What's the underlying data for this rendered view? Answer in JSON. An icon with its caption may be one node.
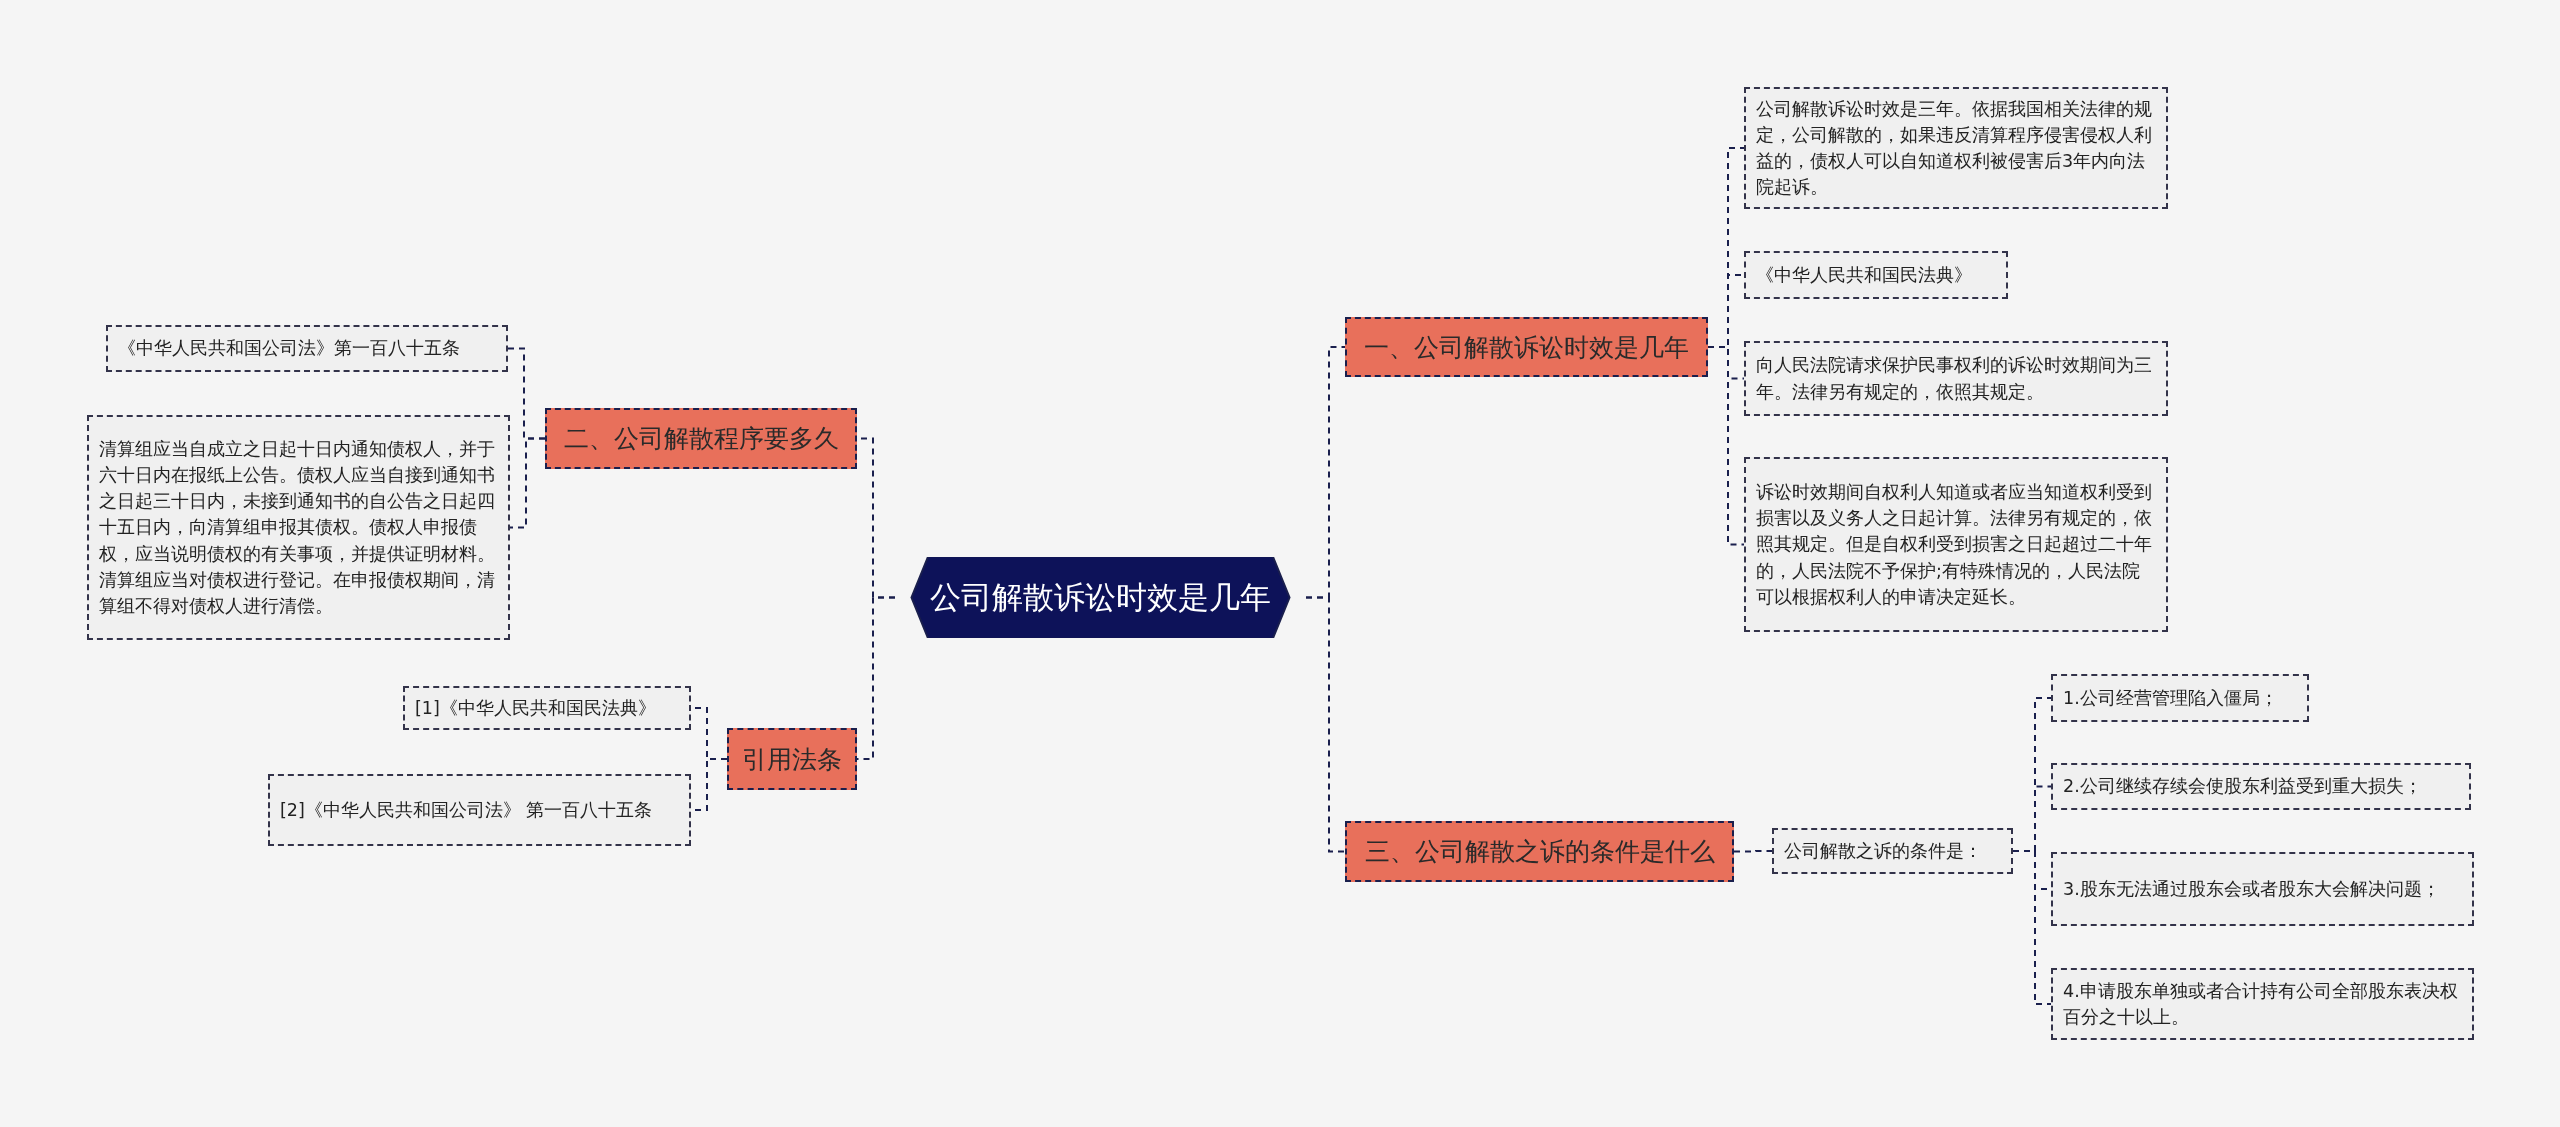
{
  "diagram": {
    "nodes": [
      {
        "text": [
          "公司解散诉讼时效是几年"
        ]
      },
      {
        "text": [
          "一、公司解散诉讼时效是几年"
        ]
      },
      {
        "text": [
          "公司解散诉讼时效是三年。依据我国相关法律的规定，公司解散的，如果违反清算程序侵害侵权人利益的，债权人可以自知道权利被侵害后3年内向法院起诉。"
        ]
      },
      {
        "text": [
          "《中华人民共和国民法典》"
        ]
      },
      {
        "text": [
          "向人民法院请求保护民事权利的诉讼时效期间为三年。法律另有规定的，依照其规定。"
        ]
      },
      {
        "text": [
          "诉讼时效期间自权利人知道或者应当知道权利受到损害以及义务人之日起计算。法律另有规定的，依照其规定。但是自权利受到损害之日起超过二十年的，人民法院不予保护;有特殊情况的，人民法院可以根据权利人的申请决定延长。"
        ]
      },
      {
        "text": [
          "三、公司解散之诉的条件是什么"
        ]
      },
      {
        "text": [
          "公司解散之诉的条件是："
        ]
      },
      {
        "text": [
          "1.公司经营管理陷入僵局；"
        ]
      },
      {
        "text": [
          "2.公司继续存续会使股东利益受到重大损失；"
        ]
      },
      {
        "text": [
          "3.股东无法通过股东会或者股东大会解决问题；"
        ]
      },
      {
        "text": [
          "4.申请股东单独或者合计持有公司全部股东表决权百分之十以上。"
        ]
      },
      {
        "text": [
          "二、公司解散程序要多久"
        ]
      },
      {
        "text": [
          "《中华人民共和国公司法》第一百八十五条"
        ]
      },
      {
        "text": [
          "清算组应当自成立之日起十日内通知债权人，并于六十日内在报纸上公告。债权人应当自接到通知书之日起三十日内，未接到通知书的自公告之日起四十五日内，向清算组申报其债权。债权人申报债权，应当说明债权的有关事项，并提供证明材料。清算组应当对债权进行登记。在申报债权期间，清算组不得对债权人进行清偿。"
        ]
      },
      {
        "text": [
          "引用法条"
        ]
      },
      {
        "text": [
          "[1]《中华人民共和国民法典》"
        ]
      },
      {
        "text": [
          "[2]《中华人民共和国公司法》 第一百八十五条"
        ]
      }
    ],
    "edges": [
      {
        "from": 0,
        "to": 1,
        "arrow": "none"
      },
      {
        "from": 1,
        "to": 2,
        "arrow": "none"
      },
      {
        "from": 1,
        "to": 3,
        "arrow": "none"
      },
      {
        "from": 1,
        "to": 4,
        "arrow": "none"
      },
      {
        "from": 1,
        "to": 5,
        "arrow": "none"
      },
      {
        "from": 0,
        "to": 6,
        "arrow": "none"
      },
      {
        "from": 6,
        "to": 7,
        "arrow": "none"
      },
      {
        "from": 7,
        "to": 8,
        "arrow": "none"
      },
      {
        "from": 7,
        "to": 9,
        "arrow": "none"
      },
      {
        "from": 7,
        "to": 10,
        "arrow": "none"
      },
      {
        "from": 7,
        "to": 11,
        "arrow": "none"
      },
      {
        "from": 0,
        "to": 12,
        "arrow": "none"
      },
      {
        "from": 12,
        "to": 13,
        "arrow": "none"
      },
      {
        "from": 12,
        "to": 14,
        "arrow": "none"
      },
      {
        "from": 0,
        "to": 15,
        "arrow": "none"
      },
      {
        "from": 15,
        "to": 16,
        "arrow": "none"
      },
      {
        "from": 15,
        "to": 17,
        "arrow": "none"
      }
    ]
  }
}
